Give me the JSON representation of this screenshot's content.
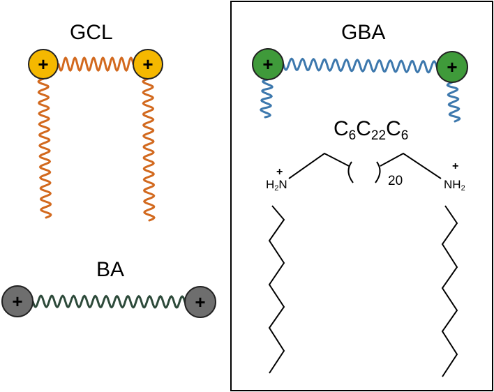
{
  "labels": {
    "gcl": "GCL",
    "ba": "BA",
    "gba": "GBA"
  },
  "formula": {
    "c1": "C",
    "s1": "6",
    "c2": "C",
    "s2": "22",
    "c3": "C",
    "s3": "6"
  },
  "chem": {
    "left_h": "H",
    "left_h_sub": "2",
    "left_n": "N",
    "right_nh": "NH",
    "right_sub": "2",
    "plus": "+",
    "repeat_subscript": "20"
  },
  "charge_symbol": "+",
  "colors": {
    "gcl_head": "#f5b800",
    "gcl_chain": "#d2691e",
    "ba_head": "#6e6e6e",
    "ba_chain": "#2d4a3a",
    "gba_head": "#3f9a3a",
    "gba_chain": "#3d78ad"
  }
}
